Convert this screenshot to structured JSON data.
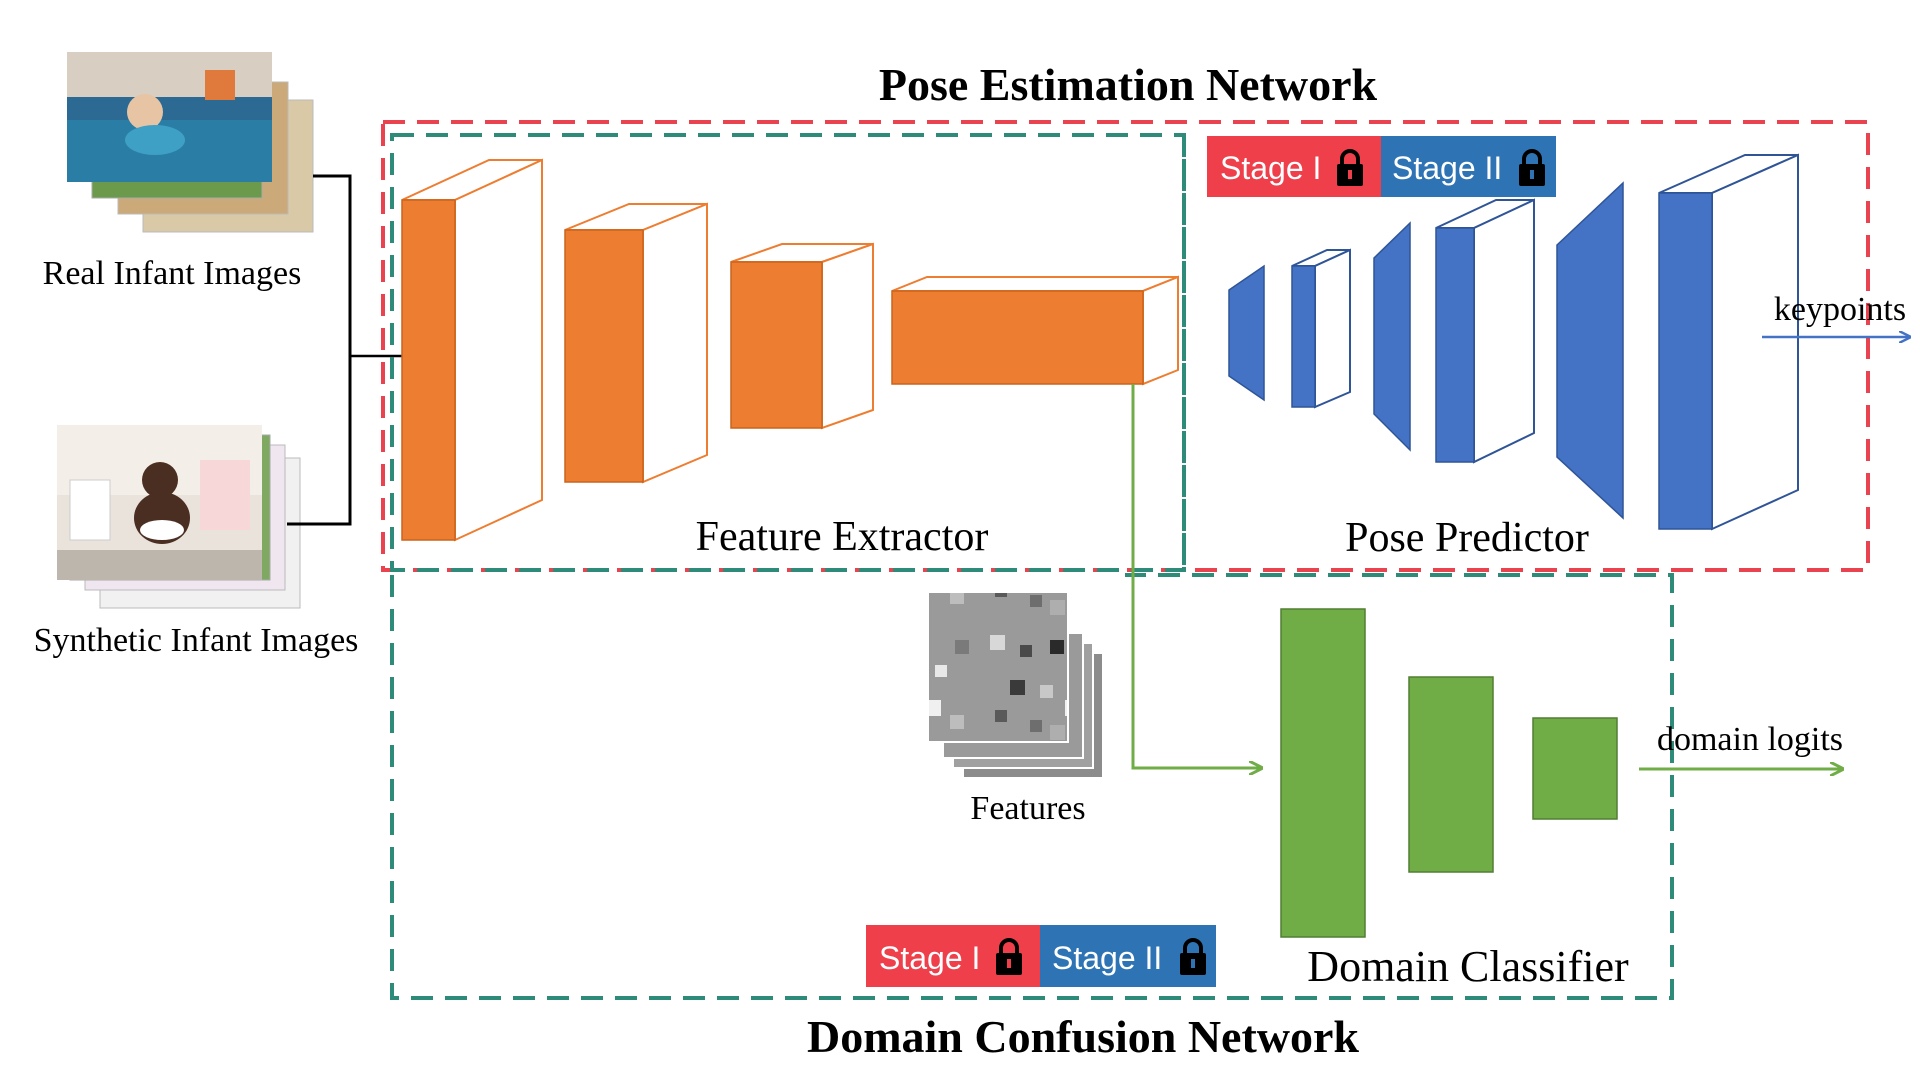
{
  "titles": {
    "pose_network": "Pose Estimation Network",
    "domain_network": "Domain Confusion Network"
  },
  "inputs": {
    "real": "Real Infant Images",
    "synthetic": "Synthetic Infant Images"
  },
  "modules": {
    "feature_extractor": "Feature Extractor",
    "pose_predictor": "Pose Predictor",
    "domain_classifier": "Domain Classifier",
    "features": "Features"
  },
  "outputs": {
    "keypoints": "keypoints",
    "domain_logits": "domain logits"
  },
  "stage_badges": {
    "stage1": "Stage I",
    "stage2": "Stage II"
  },
  "icons": {
    "lock": "lock-icon"
  },
  "colors": {
    "orange": "#ED7D31",
    "blue": "#4472C4",
    "green": "#70AD47",
    "red_dash": "#E8434F",
    "teal_dash": "#2E8B7A",
    "stage1_bg": "#EE3F4A",
    "stage2_bg": "#2E74B5"
  }
}
